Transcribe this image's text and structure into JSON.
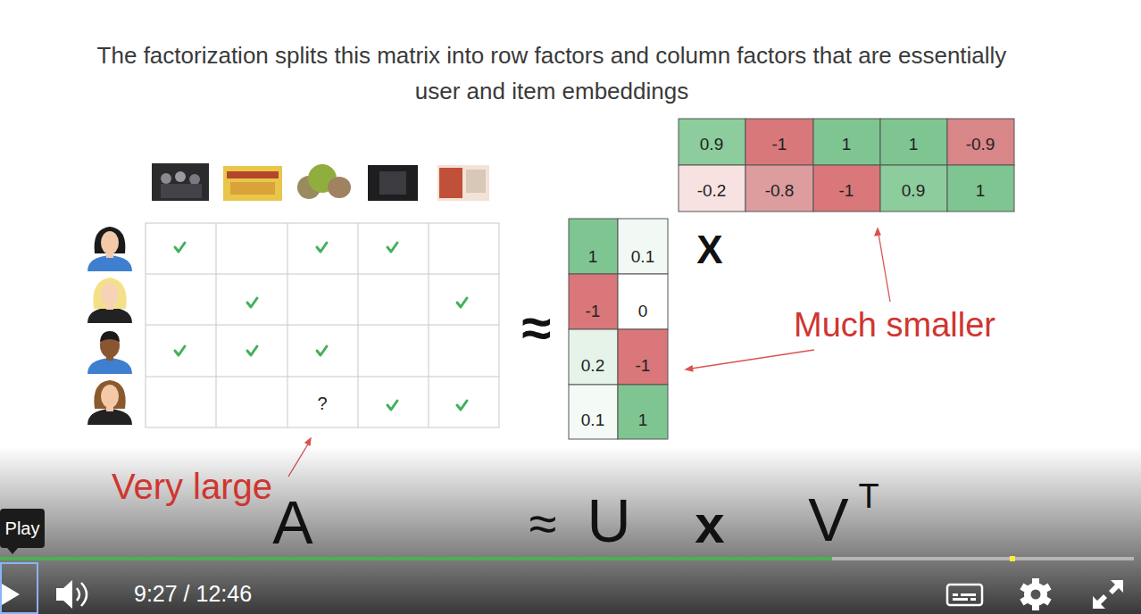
{
  "diagram": {
    "title": "The factorization splits this matrix into row factors and column factors that are essentially user and item embeddings",
    "labels": [
      "?",
      "1",
      "0.1",
      "-1",
      "0",
      "0.2",
      "-1",
      "0.1",
      "1",
      "0.9",
      "-1",
      "1",
      "1",
      "-0.9",
      "-0.2",
      "-0.8",
      "-1",
      "0.9",
      "1",
      "X",
      "≈",
      "Much smaller",
      "Very large",
      "A",
      "≈",
      "U",
      "x",
      "V",
      "T",
      "Play",
      "9:27 / 12:46"
    ]
  }
}
